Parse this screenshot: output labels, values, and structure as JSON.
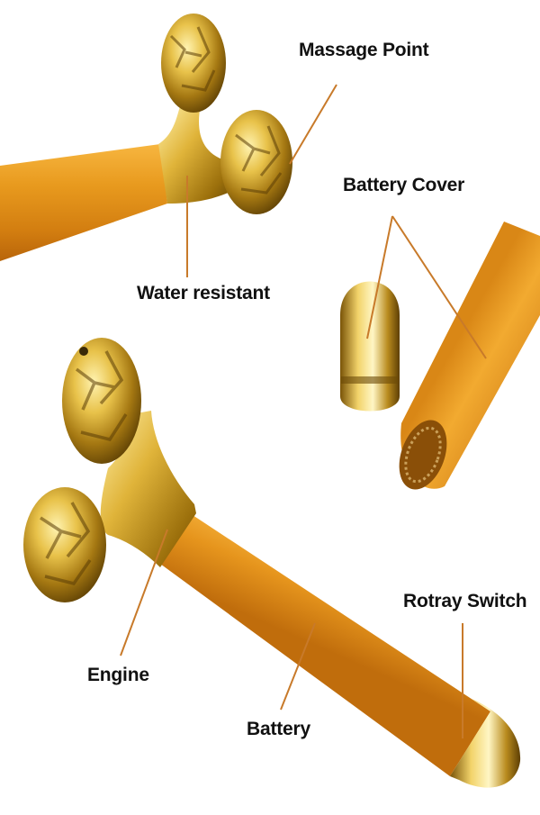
{
  "labels": {
    "massage_point": "Massage Point",
    "battery_cover": "Battery Cover",
    "water_resistant": "Water resistant",
    "rotary_switch": "Rotray Switch",
    "engine": "Engine",
    "battery": "Battery"
  },
  "colors": {
    "background": "#ffffff",
    "handle_orange": "#e8981e",
    "gold_chrome": "#d9a520",
    "leader_line": "#c87a2a",
    "label_text": "#111111"
  }
}
